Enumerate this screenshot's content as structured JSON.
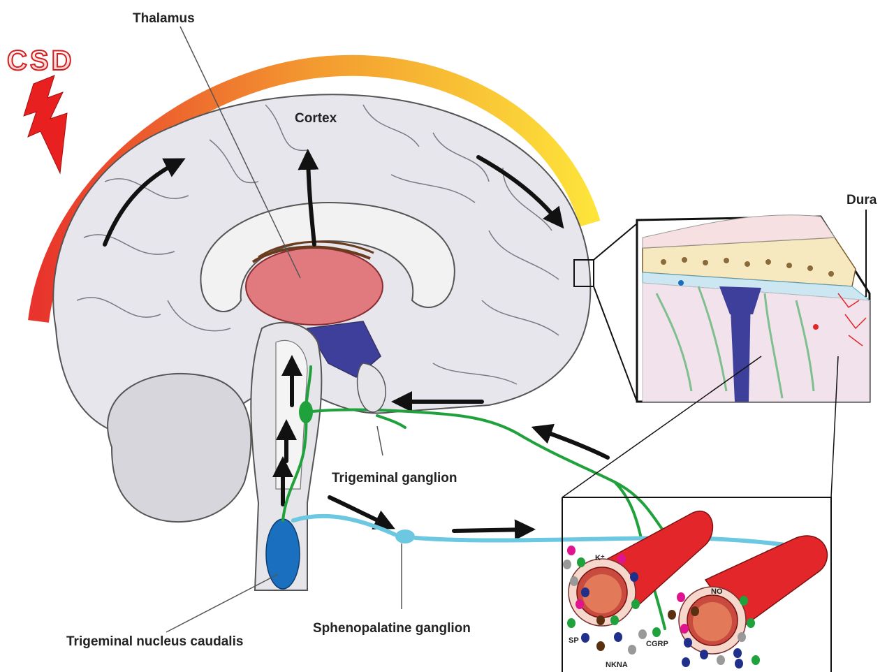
{
  "labels": {
    "csd": "CSD",
    "thalamus": "Thalamus",
    "cortex": "Cortex",
    "dura": "Dura",
    "trigeminal_ganglion": "Trigeminal ganglion",
    "trigeminal_nucleus_caudalis": "Trigeminal nucleus caudalis",
    "sphenopalatine_ganglion": "Sphenopalatine ganglion",
    "k_plus": "K⁺",
    "no": "NO",
    "sp": "SP",
    "cgrp": "CGRP",
    "nkna": "NKNA"
  },
  "colors": {
    "wave_start": "#e8342c",
    "wave_mid": "#f39a30",
    "wave_end": "#fde33a",
    "brain": "#e6e6ec",
    "brain_outline": "#555555",
    "thalamus": "#e07a7e",
    "ventricle": "#3e3f9a",
    "trigeminal_nerve": "#1fa13c",
    "parasympathetic_nerve": "#6cc8e0",
    "nucleus": "#1b6fbf",
    "vessel": "#e3262a",
    "lightning": "#e8201f"
  }
}
